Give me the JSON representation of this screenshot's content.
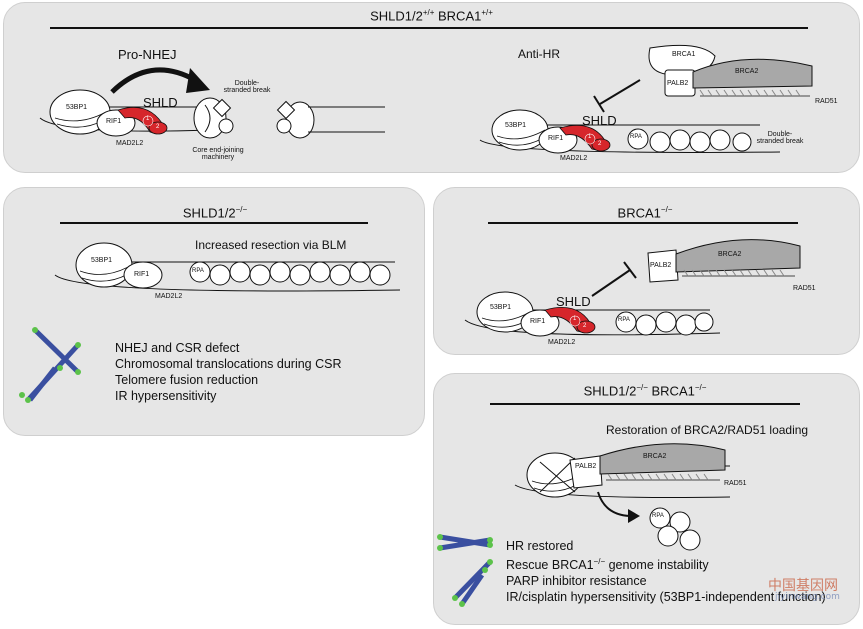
{
  "panel_top": {
    "title_main": "SHLD1/2",
    "title_sup1": "+/+",
    "title_mid": " BRCA1",
    "title_sup2": "+/+",
    "pro_nhej": "Pro-NHEJ",
    "anti_hr": "Anti-HR",
    "shld": "SHLD",
    "dsb_label_left": "Double-stranded break",
    "dsb_label_right": "Double-stranded break",
    "core_machinery": "Core end-joining machinery",
    "labels": {
      "p53bp1": "53BP1",
      "rif1": "RIF1",
      "mad2l2": "MAD2L2",
      "rpa": "RPA",
      "brca1": "BRCA1",
      "palb2": "PALB2",
      "brca2": "BRCA2",
      "rad51": "RAD51",
      "one": "1",
      "two": "2"
    }
  },
  "panel_shld_ko": {
    "title": "SHLD1/2",
    "title_sup": "−/−",
    "note": "Increased resection via BLM",
    "labels": {
      "p53bp1": "53BP1",
      "rif1": "RIF1",
      "mad2l2": "MAD2L2",
      "rpa": "RPA"
    },
    "phenotypes": [
      "NHEJ and CSR defect",
      "Chromosomal translocations during CSR",
      "Telomere fusion reduction",
      "IR hypersensitivity"
    ]
  },
  "panel_brca1_ko": {
    "title": "BRCA1",
    "title_sup": "−/−",
    "shld": "SHLD",
    "labels": {
      "p53bp1": "53BP1",
      "rif1": "RIF1",
      "mad2l2": "MAD2L2",
      "rpa": "RPA",
      "palb2": "PALB2",
      "brca2": "BRCA2",
      "rad51": "RAD51",
      "one": "1",
      "two": "2"
    }
  },
  "panel_double_ko": {
    "title_a": "SHLD1/2",
    "title_sup_a": "−/−",
    "title_b": " BRCA1",
    "title_sup_b": "−/−",
    "note": "Restoration of BRCA2/RAD51 loading",
    "labels": {
      "palb2": "PALB2",
      "brca2": "BRCA2",
      "rad51": "RAD51",
      "rpa": "RPA"
    },
    "phenotypes": [
      {
        "pre": "HR restored",
        "sup": "",
        "post": ""
      },
      {
        "pre": "Rescue BRCA1",
        "sup": "−/−",
        "post": " genome instability"
      },
      {
        "pre": "PARP inhibitor resistance",
        "sup": "",
        "post": ""
      },
      {
        "pre": "IR/cisplatin hypersensitivity (53BP1-independent function)",
        "sup": "",
        "post": ""
      }
    ]
  },
  "watermark": {
    "cn": "中国基因网",
    "url": "jiyinwang.com"
  },
  "colors": {
    "panel": "#e6e6e6",
    "shld_red": "#d6262b",
    "chrom_blue": "#3a4fa0",
    "telomere_green": "#5cc24a",
    "brca2_grey": "#a8a8a8"
  }
}
